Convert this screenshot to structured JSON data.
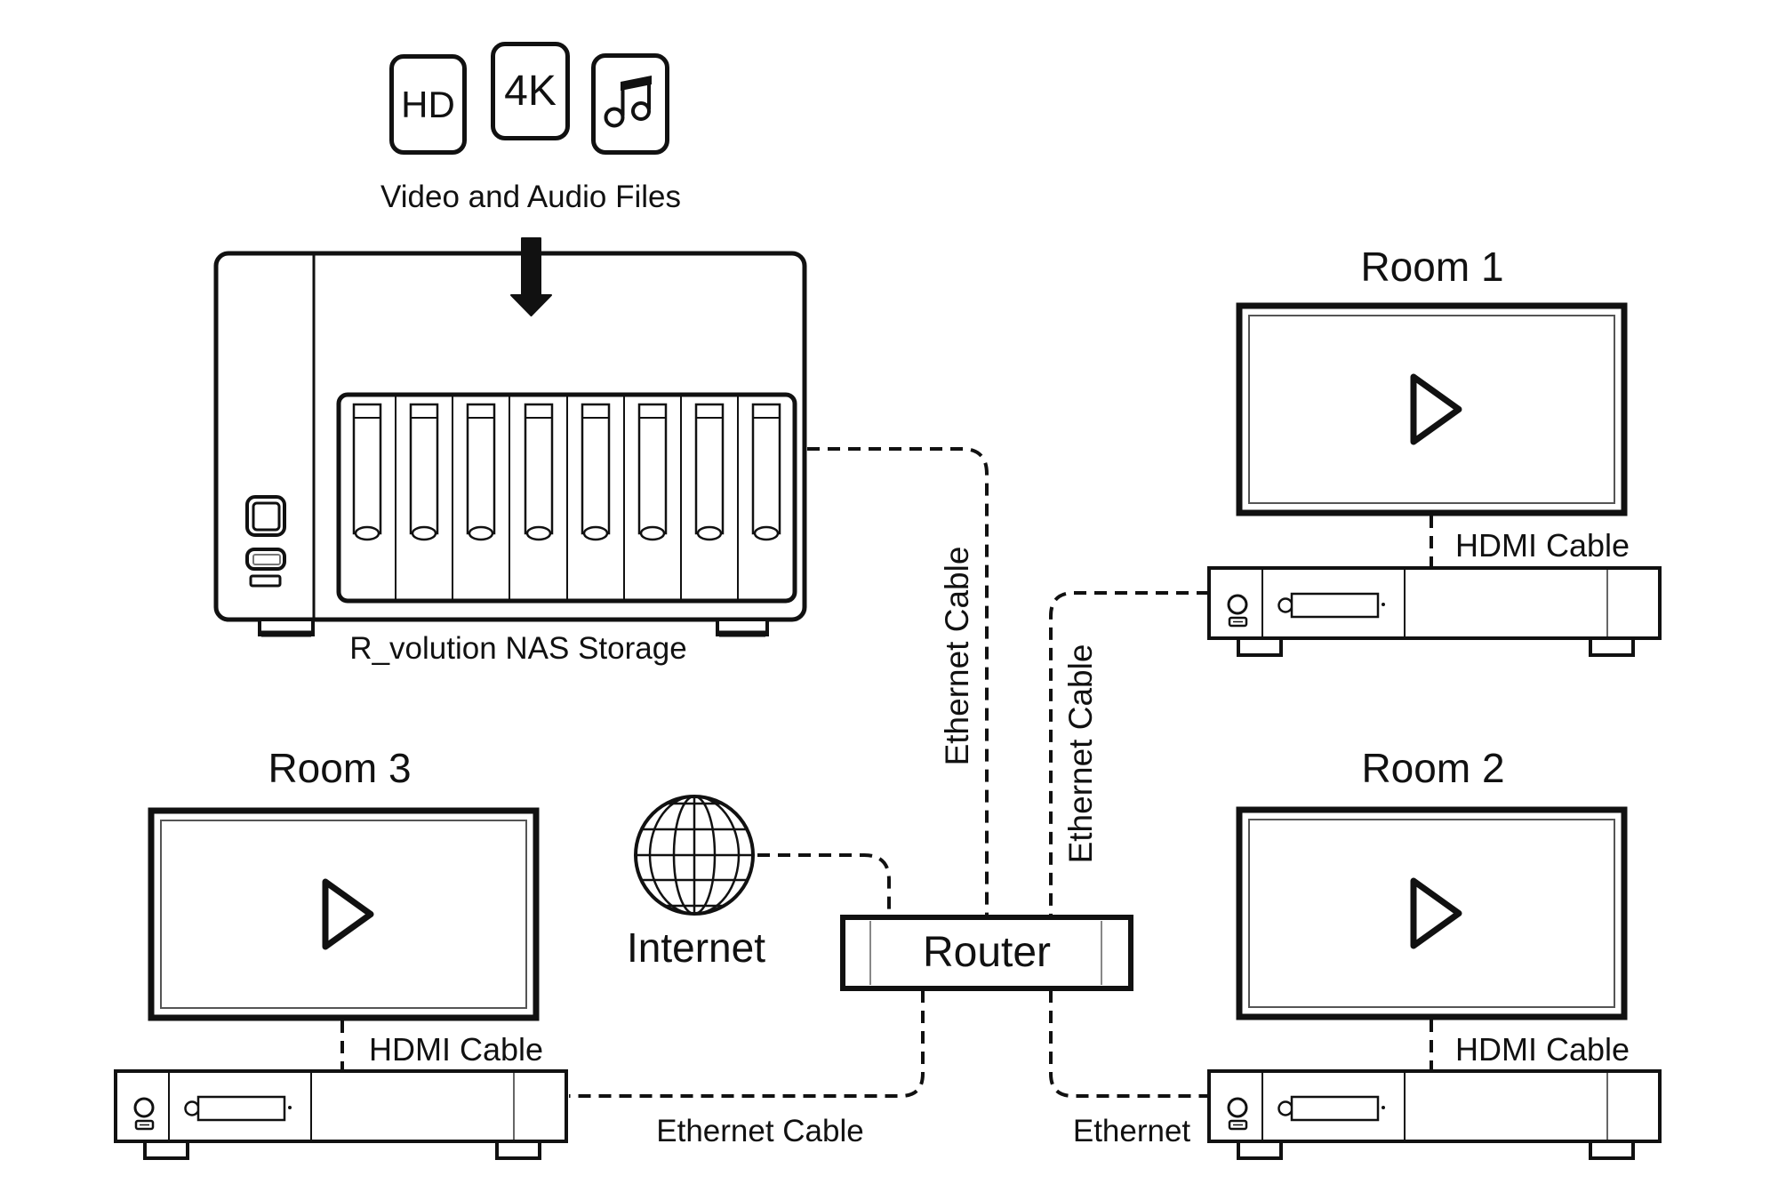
{
  "caption": "Video and Audio Files",
  "icons": {
    "hd": "HD",
    "uhd": "4K"
  },
  "nas": {
    "label": "R_volution NAS Storage"
  },
  "network": {
    "internet_label": "Internet",
    "router_label": "Router"
  },
  "rooms": {
    "room1": {
      "title": "Room 1",
      "hdmi": "HDMI Cable"
    },
    "room2": {
      "title": "Room 2",
      "hdmi": "HDMI Cable"
    },
    "room3": {
      "title": "Room 3",
      "hdmi": "HDMI Cable"
    }
  },
  "cables": {
    "nas_to_router": "Ethernet Cable",
    "player1_to_router": "Ethernet Cable",
    "router_to_player3": "Ethernet Cable",
    "router_to_player2": "Ethernet"
  },
  "colors": {
    "line": "#111111",
    "background": "#ffffff",
    "thin_line": "#555555"
  }
}
